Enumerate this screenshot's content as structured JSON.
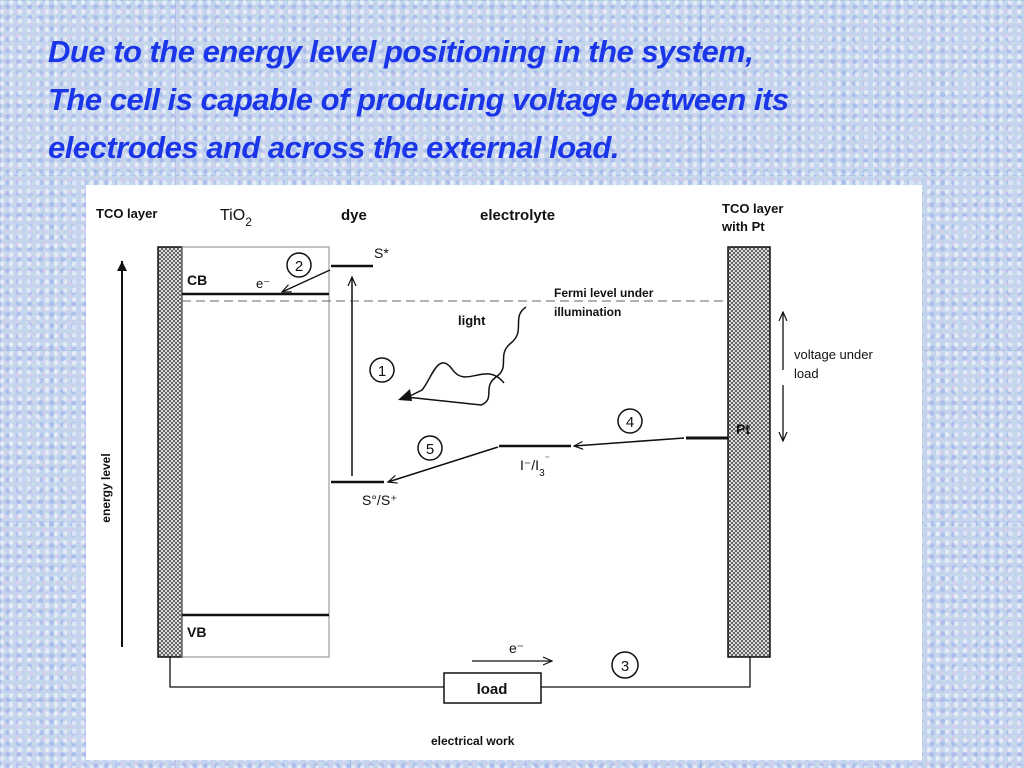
{
  "headline": {
    "line1": "Due to the energy level positioning in the system,",
    "line2": "The cell is capable of producing voltage between its",
    "line3": "electrodes and across the external load."
  },
  "diagram": {
    "tco_left": "TCO layer",
    "tio2": "TiO",
    "tio2_sub": "2",
    "dye": "dye",
    "electrolyte": "electrolyte",
    "tco_right_line1": "TCO layer",
    "tco_right_line2": "with Pt",
    "energy_axis": "energy level",
    "cb": "CB",
    "vb": "VB",
    "s_star": "S*",
    "s_ground": "S°/S⁺",
    "electron_top": "e⁻",
    "electron_bottom": "e⁻",
    "fermi_line1": "Fermi level under",
    "fermi_line2": "illumination",
    "light": "light",
    "voltage_line1": "voltage under",
    "voltage_line2": "load",
    "pt": "Pt",
    "redox_i": "I⁻/I",
    "redox_sub": "3",
    "redox_sup": "⁻",
    "load": "load",
    "electrical_work": "electrical work",
    "steps": [
      "1",
      "2",
      "3",
      "4",
      "5"
    ]
  }
}
